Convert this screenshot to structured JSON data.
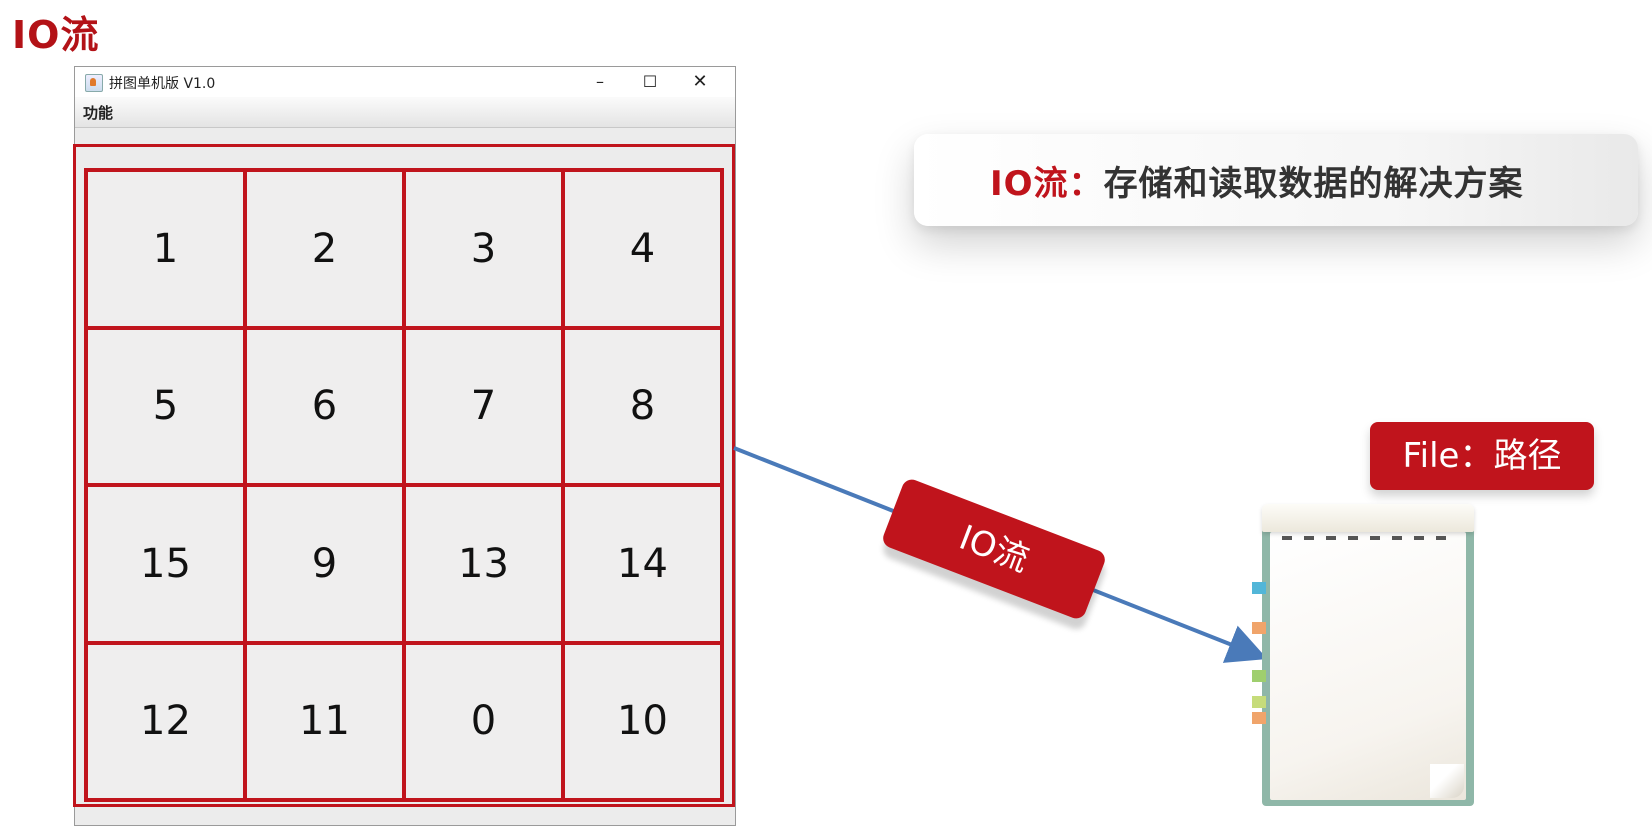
{
  "page_title": "IO流",
  "window": {
    "title": "拼图单机版 V1.0",
    "controls": {
      "minimize": "–",
      "maximize": "☐",
      "close": "✕"
    },
    "menu": [
      "功能"
    ]
  },
  "puzzle": {
    "tiles": [
      "1",
      "2",
      "3",
      "4",
      "5",
      "6",
      "7",
      "8",
      "15",
      "9",
      "13",
      "14",
      "12",
      "11",
      "0",
      "10"
    ]
  },
  "banner": {
    "accent": "IO流：",
    "text": "存储和读取数据的解决方案"
  },
  "io_tag": "IO流",
  "file_badge": "File：路径",
  "colors": {
    "accent_red": "#c0141c",
    "arrow_blue": "#4a7ab9"
  }
}
